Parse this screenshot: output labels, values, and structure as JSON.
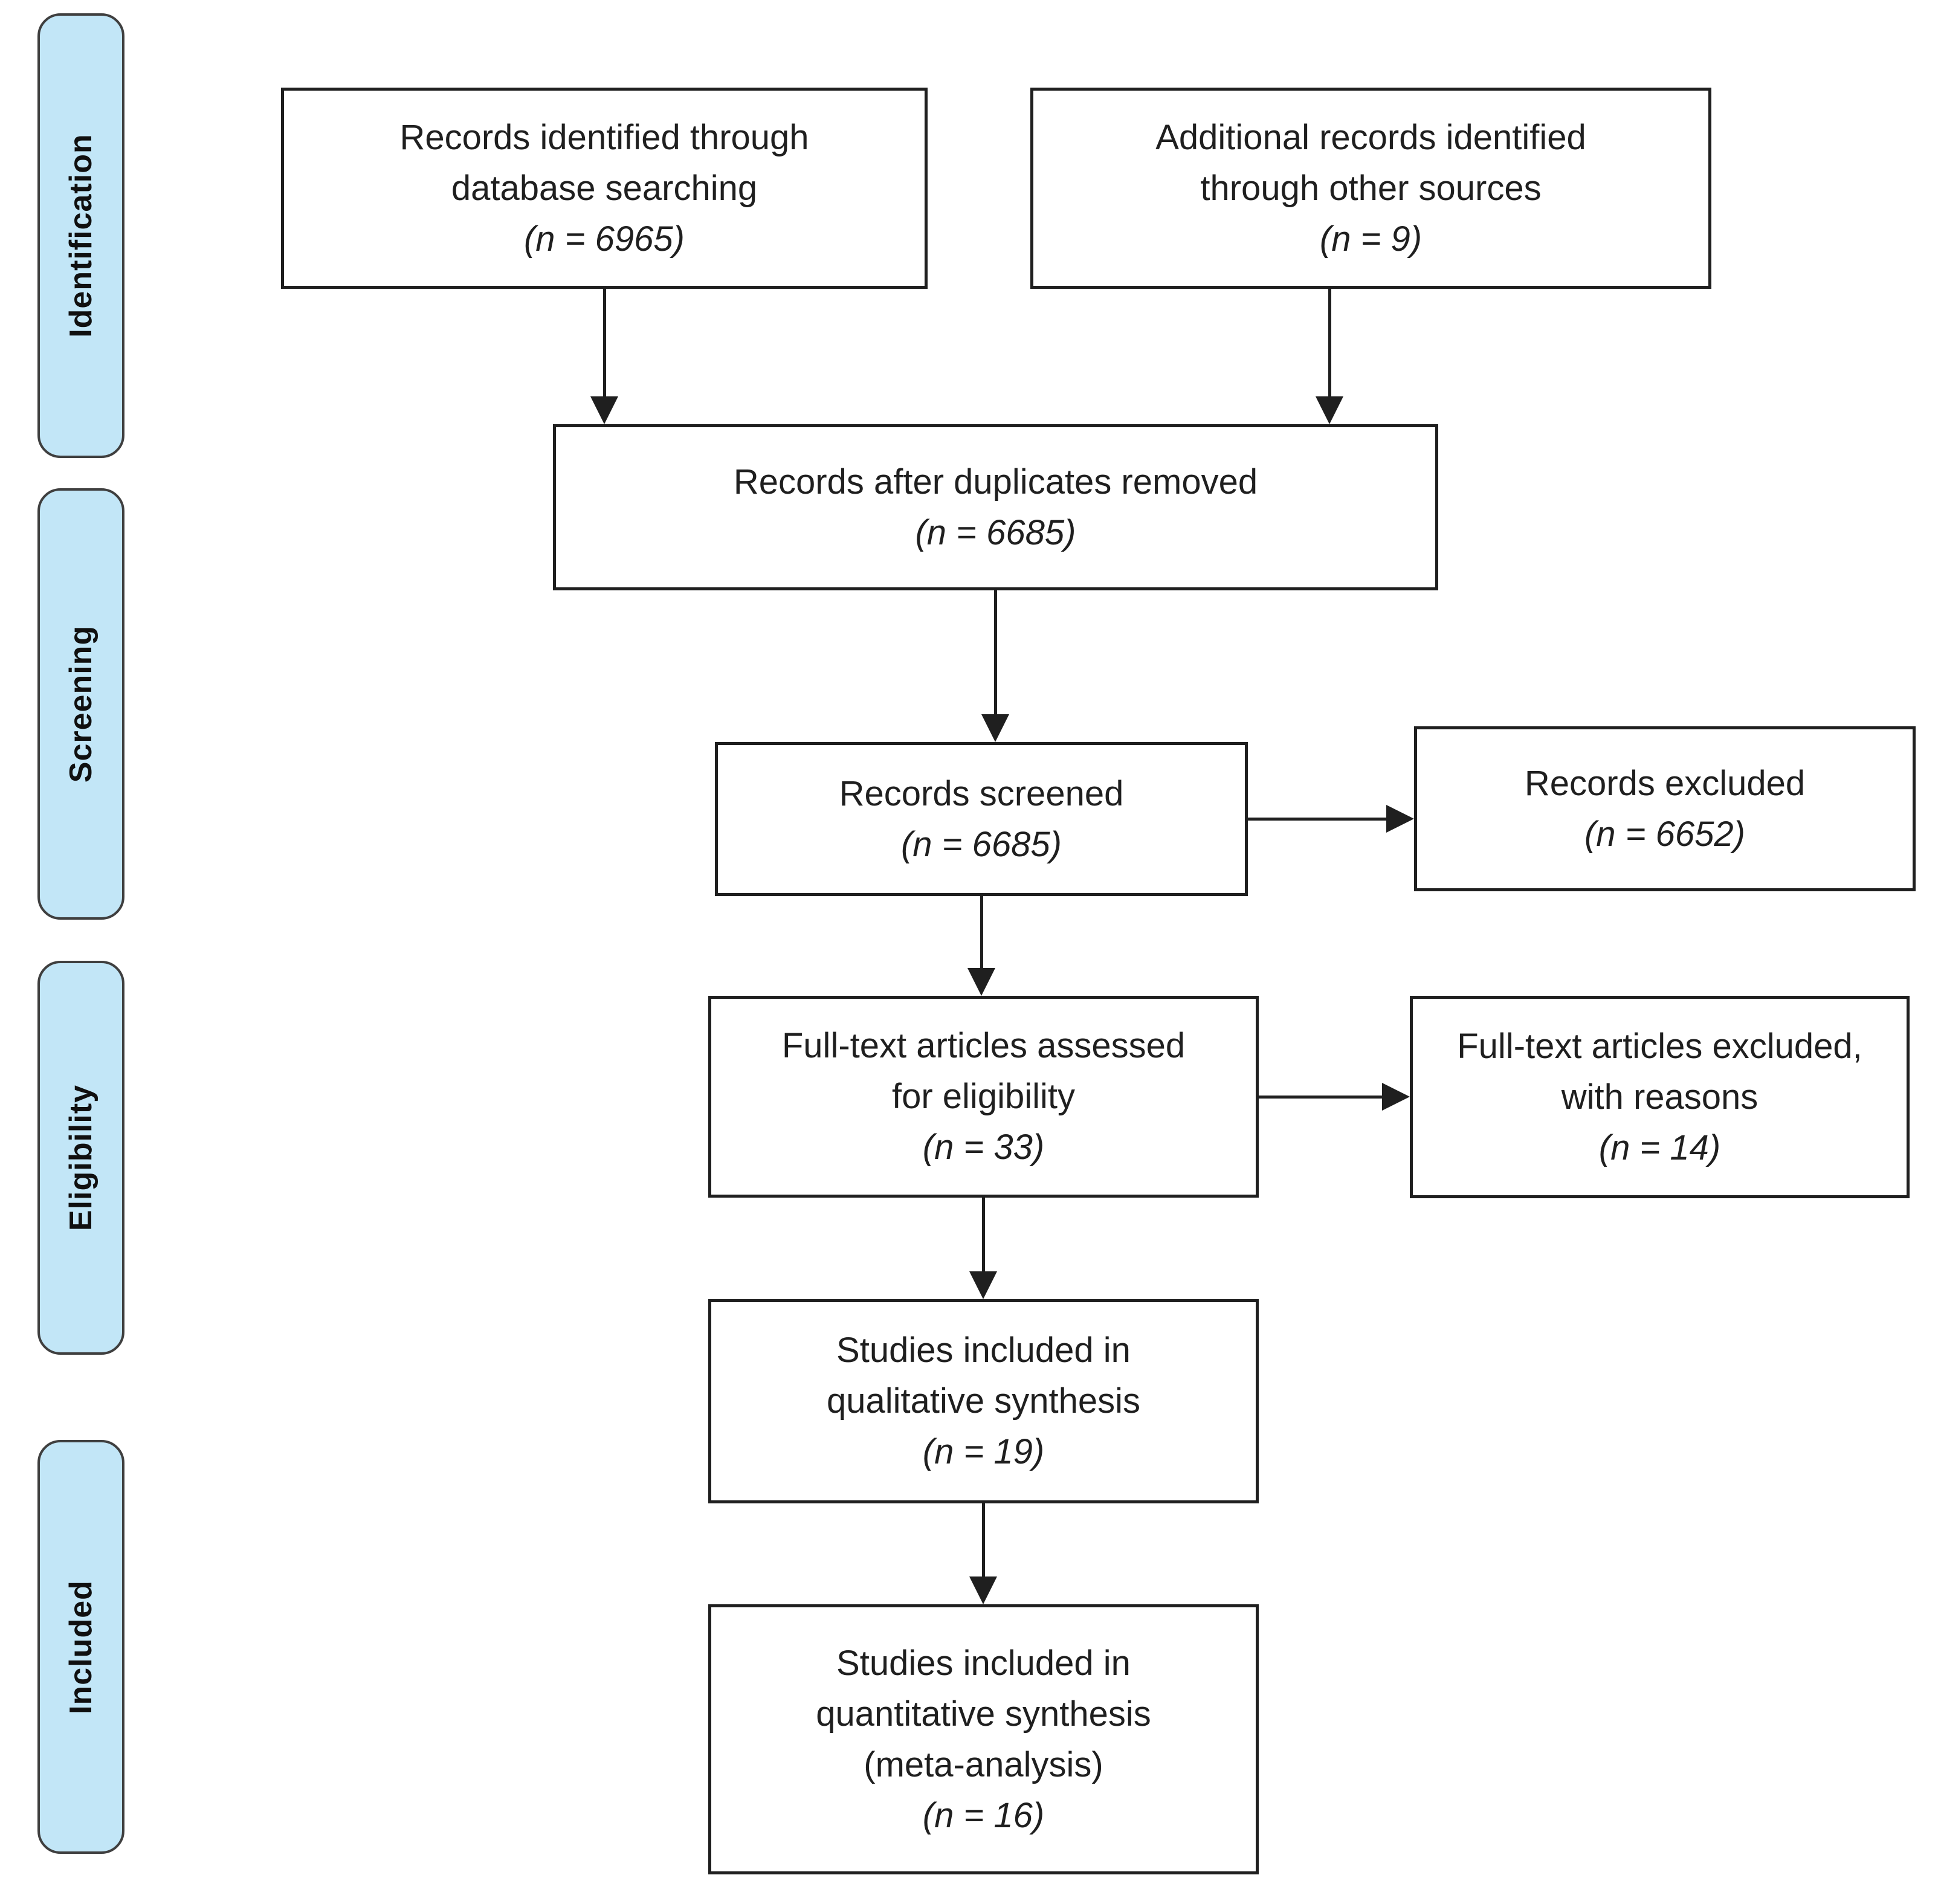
{
  "colors": {
    "background": "#ffffff",
    "stage-fill": "#c2e6f7",
    "stage-border": "#3f3f3f",
    "box-border": "#1f1f1f",
    "arrow": "#1f1f1f",
    "text": "#1f1f1f"
  },
  "stages": [
    {
      "label": "Identification"
    },
    {
      "label": "Screening"
    },
    {
      "label": "Eligibility"
    },
    {
      "label": "Included"
    }
  ],
  "boxes": {
    "records_identified": {
      "lines": [
        "Records identified through",
        "database searching"
      ],
      "n": "(n = 6965)"
    },
    "additional_records": {
      "lines": [
        "Additional records identified",
        "through other sources"
      ],
      "n": "(n = 9)"
    },
    "after_duplicates": {
      "lines": [
        "Records after duplicates removed"
      ],
      "n": "(n = 6685)"
    },
    "records_screened": {
      "lines": [
        "Records screened"
      ],
      "n": "(n = 6685)"
    },
    "records_excluded": {
      "lines": [
        "Records excluded"
      ],
      "n": "(n = 6652)"
    },
    "fulltext_assessed": {
      "lines": [
        "Full-text articles assessed",
        "for eligibility"
      ],
      "n": "(n = 33)"
    },
    "fulltext_excluded": {
      "lines": [
        "Full-text articles excluded,",
        "with reasons"
      ],
      "n": "(n = 14)"
    },
    "qualitative": {
      "lines": [
        "Studies included in",
        "qualitative synthesis"
      ],
      "n": "(n = 19)"
    },
    "quantitative": {
      "lines": [
        "Studies included in",
        "quantitative synthesis",
        "(meta-analysis)"
      ],
      "n": "(n = 16)"
    }
  }
}
